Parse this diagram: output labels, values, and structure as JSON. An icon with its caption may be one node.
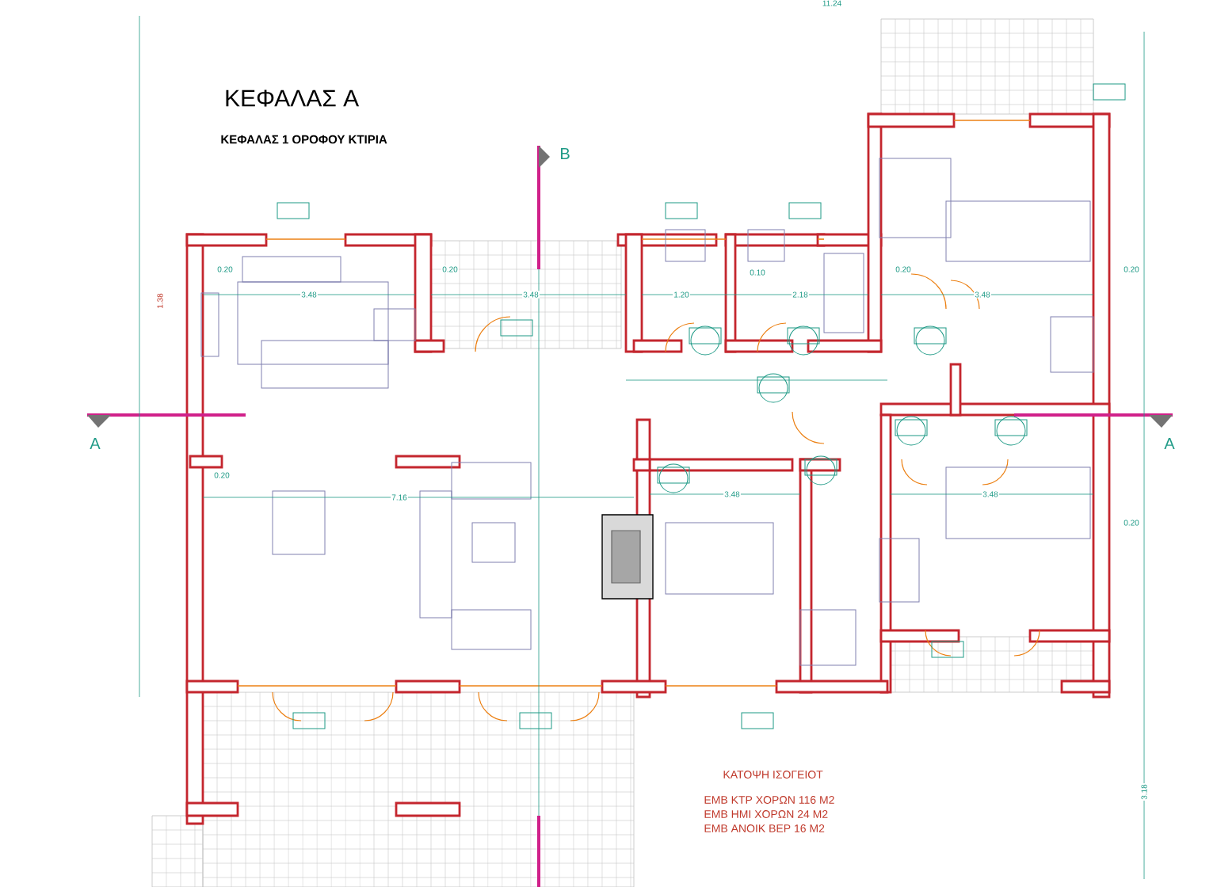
{
  "diagram": {
    "title": "ΚΕΦΑΛΑΣ Α",
    "labels": [
      "ΚΕΦΑΛΑΣ 1 ΟΡΟΦΟΥ ΚΤΙΡΙΑ",
      "B",
      "A",
      "A",
      "11.24",
      "1.38",
      "0.20",
      "3.48",
      "0.20",
      "3.48",
      "1.20",
      "0.10",
      "2.18",
      "0.20",
      "3.48",
      "0.20",
      "0.20",
      "7.16",
      "3.48",
      "3.48",
      "0.20",
      "3.18",
      "ΚΑΤΟΨΗ ΙΣΟΓΕΙΟΤ",
      "ΕΜΒ ΚΤΡ ΧΟΡΩΝ 116 Μ2",
      "ΕΜΒ ΗΜΙ ΧΟΡΩΝ 24 Μ2",
      "ΕΜΒ ΑΝΟΙΚ ΒΕΡ 16 Μ2"
    ]
  }
}
